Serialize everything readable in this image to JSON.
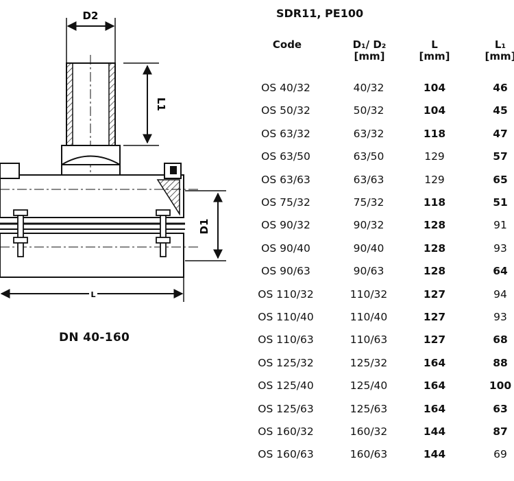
{
  "drawing": {
    "label_d2": "D2",
    "label_l1": "L1",
    "label_d1": "D1",
    "label_l": "L"
  },
  "caption": "DN 40-160",
  "spec": "SDR11,  PE100",
  "headers": {
    "code": "Code",
    "d_line1": "D₁/ D₂",
    "d_line2": "[mm]",
    "l_line1": "L",
    "l_line2": "[mm]",
    "l1_line1": "L₁",
    "l1_line2": "[mm]"
  },
  "rows": [
    {
      "code": "OS 40/32",
      "d": "40/32",
      "l": "104",
      "l1": "46",
      "l_bold": true,
      "l1_bold": true
    },
    {
      "code": "OS 50/32",
      "d": "50/32",
      "l": "104",
      "l1": "45",
      "l_bold": true,
      "l1_bold": true
    },
    {
      "code": "OS 63/32",
      "d": "63/32",
      "l": "118",
      "l1": "47",
      "l_bold": true,
      "l1_bold": true
    },
    {
      "code": "OS 63/50",
      "d": "63/50",
      "l": "129",
      "l1": "57",
      "l_bold": false,
      "l1_bold": true
    },
    {
      "code": "OS 63/63",
      "d": "63/63",
      "l": "129",
      "l1": "65",
      "l_bold": false,
      "l1_bold": true
    },
    {
      "code": "OS 75/32",
      "d": "75/32",
      "l": "118",
      "l1": "51",
      "l_bold": true,
      "l1_bold": true
    },
    {
      "code": "OS 90/32",
      "d": "90/32",
      "l": "128",
      "l1": "91",
      "l_bold": true,
      "l1_bold": false
    },
    {
      "code": "OS 90/40",
      "d": "90/40",
      "l": "128",
      "l1": "93",
      "l_bold": true,
      "l1_bold": false
    },
    {
      "code": "OS 90/63",
      "d": "90/63",
      "l": "128",
      "l1": "64",
      "l_bold": true,
      "l1_bold": true
    },
    {
      "code": "OS 110/32",
      "d": "110/32",
      "l": "127",
      "l1": "94",
      "l_bold": true,
      "l1_bold": false
    },
    {
      "code": "OS 110/40",
      "d": "110/40",
      "l": "127",
      "l1": "93",
      "l_bold": true,
      "l1_bold": false
    },
    {
      "code": "OS 110/63",
      "d": "110/63",
      "l": "127",
      "l1": "68",
      "l_bold": true,
      "l1_bold": true
    },
    {
      "code": "OS 125/32",
      "d": "125/32",
      "l": "164",
      "l1": "88",
      "l_bold": true,
      "l1_bold": true
    },
    {
      "code": "OS 125/40",
      "d": "125/40",
      "l": "164",
      "l1": "100",
      "l_bold": true,
      "l1_bold": true
    },
    {
      "code": "OS 125/63",
      "d": "125/63",
      "l": "164",
      "l1": "63",
      "l_bold": true,
      "l1_bold": true
    },
    {
      "code": "OS 160/32",
      "d": "160/32",
      "l": "144",
      "l1": "87",
      "l_bold": true,
      "l1_bold": true
    },
    {
      "code": "OS 160/63",
      "d": "160/63",
      "l": "144",
      "l1": "69",
      "l_bold": true,
      "l1_bold": false
    }
  ]
}
